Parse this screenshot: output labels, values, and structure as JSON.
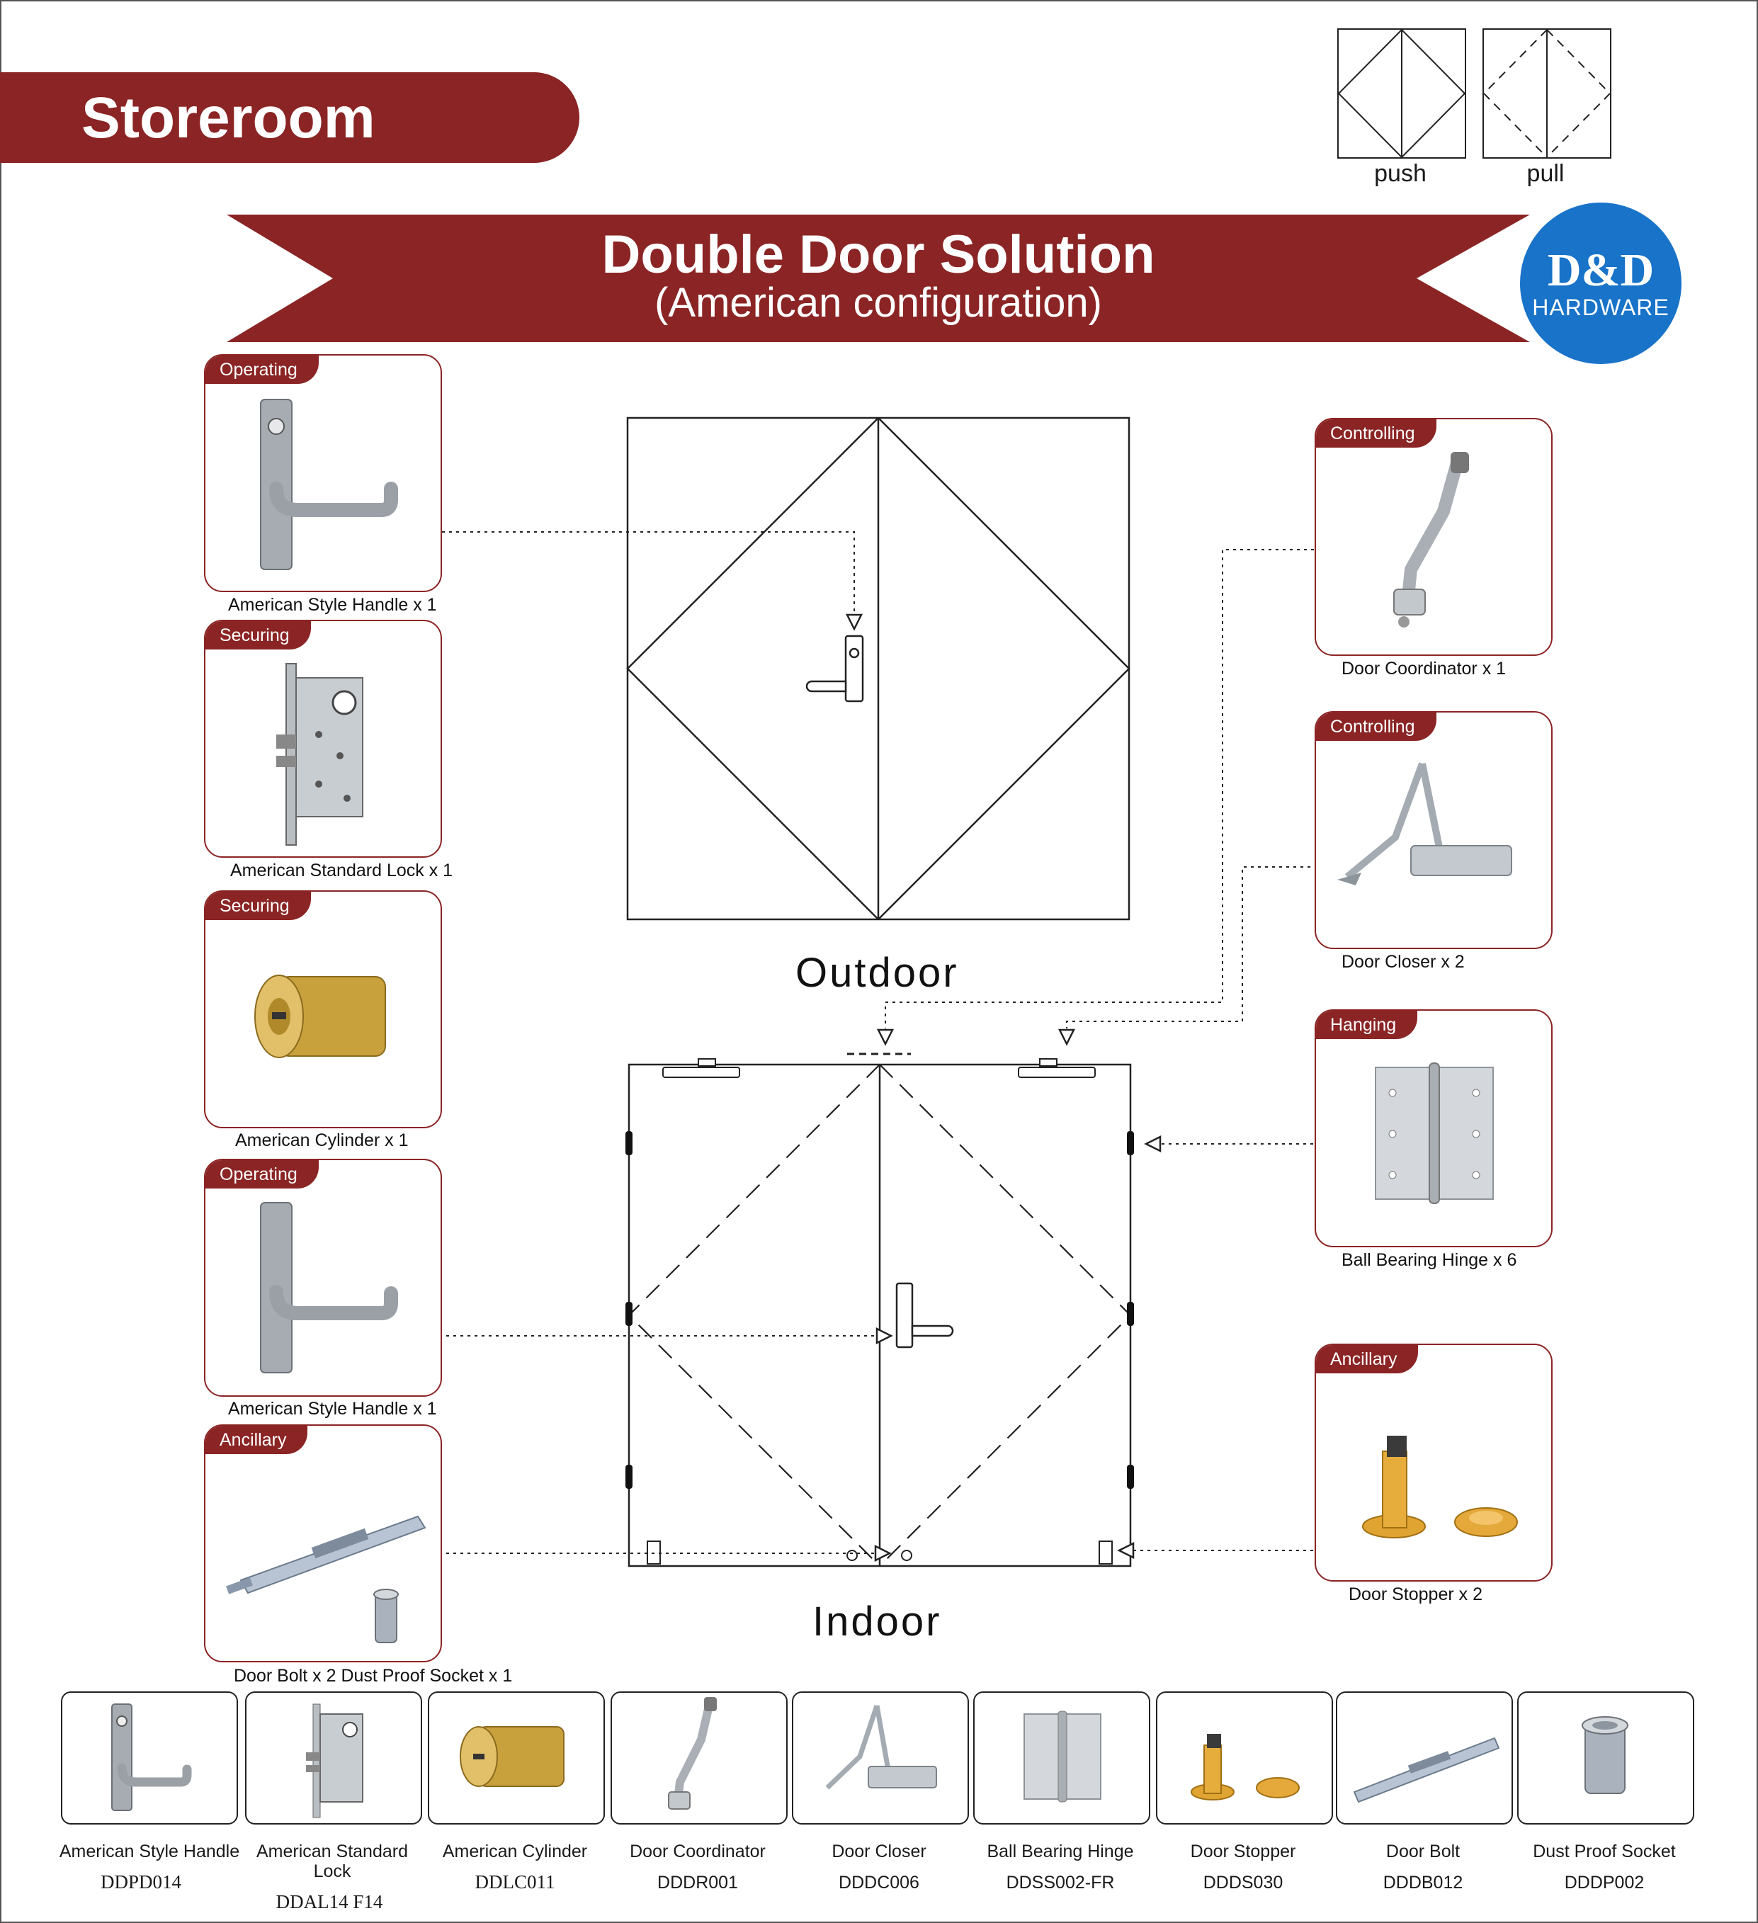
{
  "header": {
    "title": "Storeroom",
    "push_label": "push",
    "pull_label": "pull"
  },
  "banner": {
    "title": "Double Door Solution",
    "subtitle": "(American configuration)"
  },
  "logo": {
    "line1": "D&D",
    "line2": "HARDWARE"
  },
  "colors": {
    "brand_red": "#8b2424",
    "logo_blue": "#1873c9",
    "line": "#222222"
  },
  "diagram": {
    "outdoor_label": "Outdoor",
    "indoor_label": "Indoor"
  },
  "left_cards": [
    {
      "tag": "Operating",
      "caption": "American Style Handle x 1",
      "icon": "lever-handle-with-key-icon"
    },
    {
      "tag": "Securing",
      "caption": "American Standard Lock x 1",
      "icon": "mortise-lock-icon"
    },
    {
      "tag": "Securing",
      "caption": "American Cylinder x 1",
      "icon": "brass-cylinder-icon"
    },
    {
      "tag": "Operating",
      "caption": "American Style Handle x 1",
      "icon": "lever-handle-icon"
    },
    {
      "tag": "Ancillary",
      "caption": "Door Bolt x 2    Dust Proof Socket x 1",
      "icon": "flush-bolt-icon"
    }
  ],
  "right_cards": [
    {
      "tag": "Controlling",
      "caption": "Door Coordinator x 1",
      "icon": "door-coordinator-icon"
    },
    {
      "tag": "Controlling",
      "caption": "Door Closer x 2",
      "icon": "door-closer-icon"
    },
    {
      "tag": "Hanging",
      "caption": "Ball Bearing Hinge x 6",
      "icon": "hinge-icon"
    },
    {
      "tag": "Ancillary",
      "caption": "Door Stopper x 2",
      "icon": "door-stopper-icon"
    }
  ],
  "products": [
    {
      "name": "American Style Handle",
      "code": "DDPD014"
    },
    {
      "name": "American Standard Lock",
      "code": "DDAL14 F14"
    },
    {
      "name": "American Cylinder",
      "code": "DDLC011"
    },
    {
      "name": "Door Coordinator",
      "code": "DDDR001"
    },
    {
      "name": "Door Closer",
      "code": "DDDC006"
    },
    {
      "name": "Ball Bearing Hinge",
      "code": "DDSS002-FR"
    },
    {
      "name": "Door Stopper",
      "code": "DDDS030"
    },
    {
      "name": "Door Bolt",
      "code": "DDDB012"
    },
    {
      "name": "Dust Proof Socket",
      "code": "DDDP002"
    }
  ]
}
